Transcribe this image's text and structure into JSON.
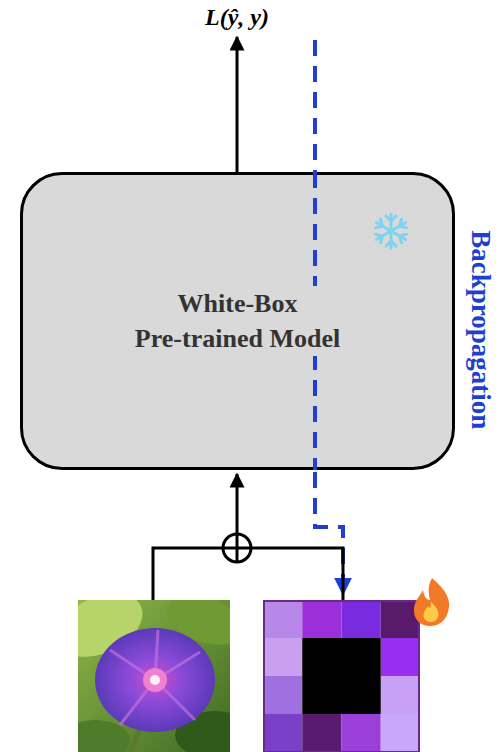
{
  "diagram": {
    "nodes": [
      {
        "text": [
          "White-Box Pre-trained Model"
        ]
      }
    ],
    "labels": [
      "L(ŷ, y)",
      "Backpropagation"
    ]
  }
}
